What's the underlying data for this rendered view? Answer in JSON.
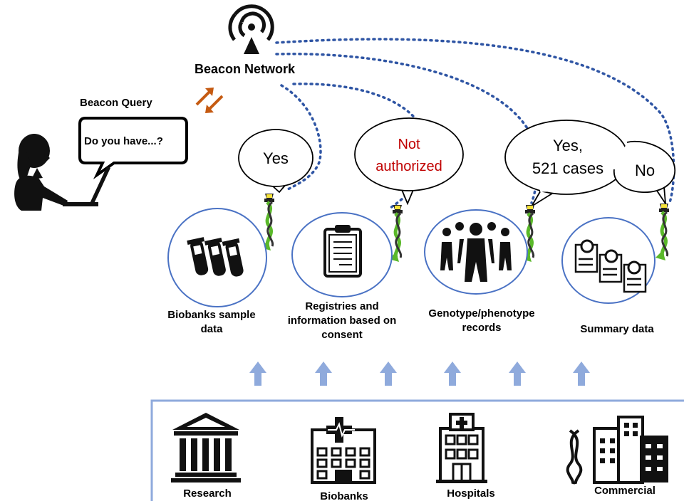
{
  "network": {
    "title": "Beacon Network",
    "icon": "beacon-icon"
  },
  "query": {
    "title": "Beacon Query",
    "text": "Do you have...?"
  },
  "responses": {
    "yes": "Yes",
    "not_authorized": [
      "Not",
      "authorized"
    ],
    "yes_cases": [
      "Yes,",
      "521 cases"
    ],
    "no": "No"
  },
  "resources": [
    {
      "label": [
        "Biobanks sample",
        "data"
      ],
      "icon": "test-tubes-icon"
    },
    {
      "label": [
        "Registries and",
        "information based on",
        "consent"
      ],
      "icon": "clipboard-icon"
    },
    {
      "label": [
        "Genotype/phenotype",
        "records"
      ],
      "icon": "people-icon"
    },
    {
      "label": [
        "Summary data"
      ],
      "icon": "search-documents-icon"
    }
  ],
  "sources": [
    "Research",
    "Biobanks",
    "Hospitals",
    "Commercial"
  ],
  "colors": {
    "dotted_link": "#2f55a4",
    "circle_border": "#4a72c4",
    "query_arrows": "#c55a11",
    "up_arrows": "#8faadc",
    "sources_box": "#8faadc",
    "not_authorized_text": "#c00000",
    "dna_green": "#5ab82a",
    "beacon_yellow": "#f5e23a"
  }
}
